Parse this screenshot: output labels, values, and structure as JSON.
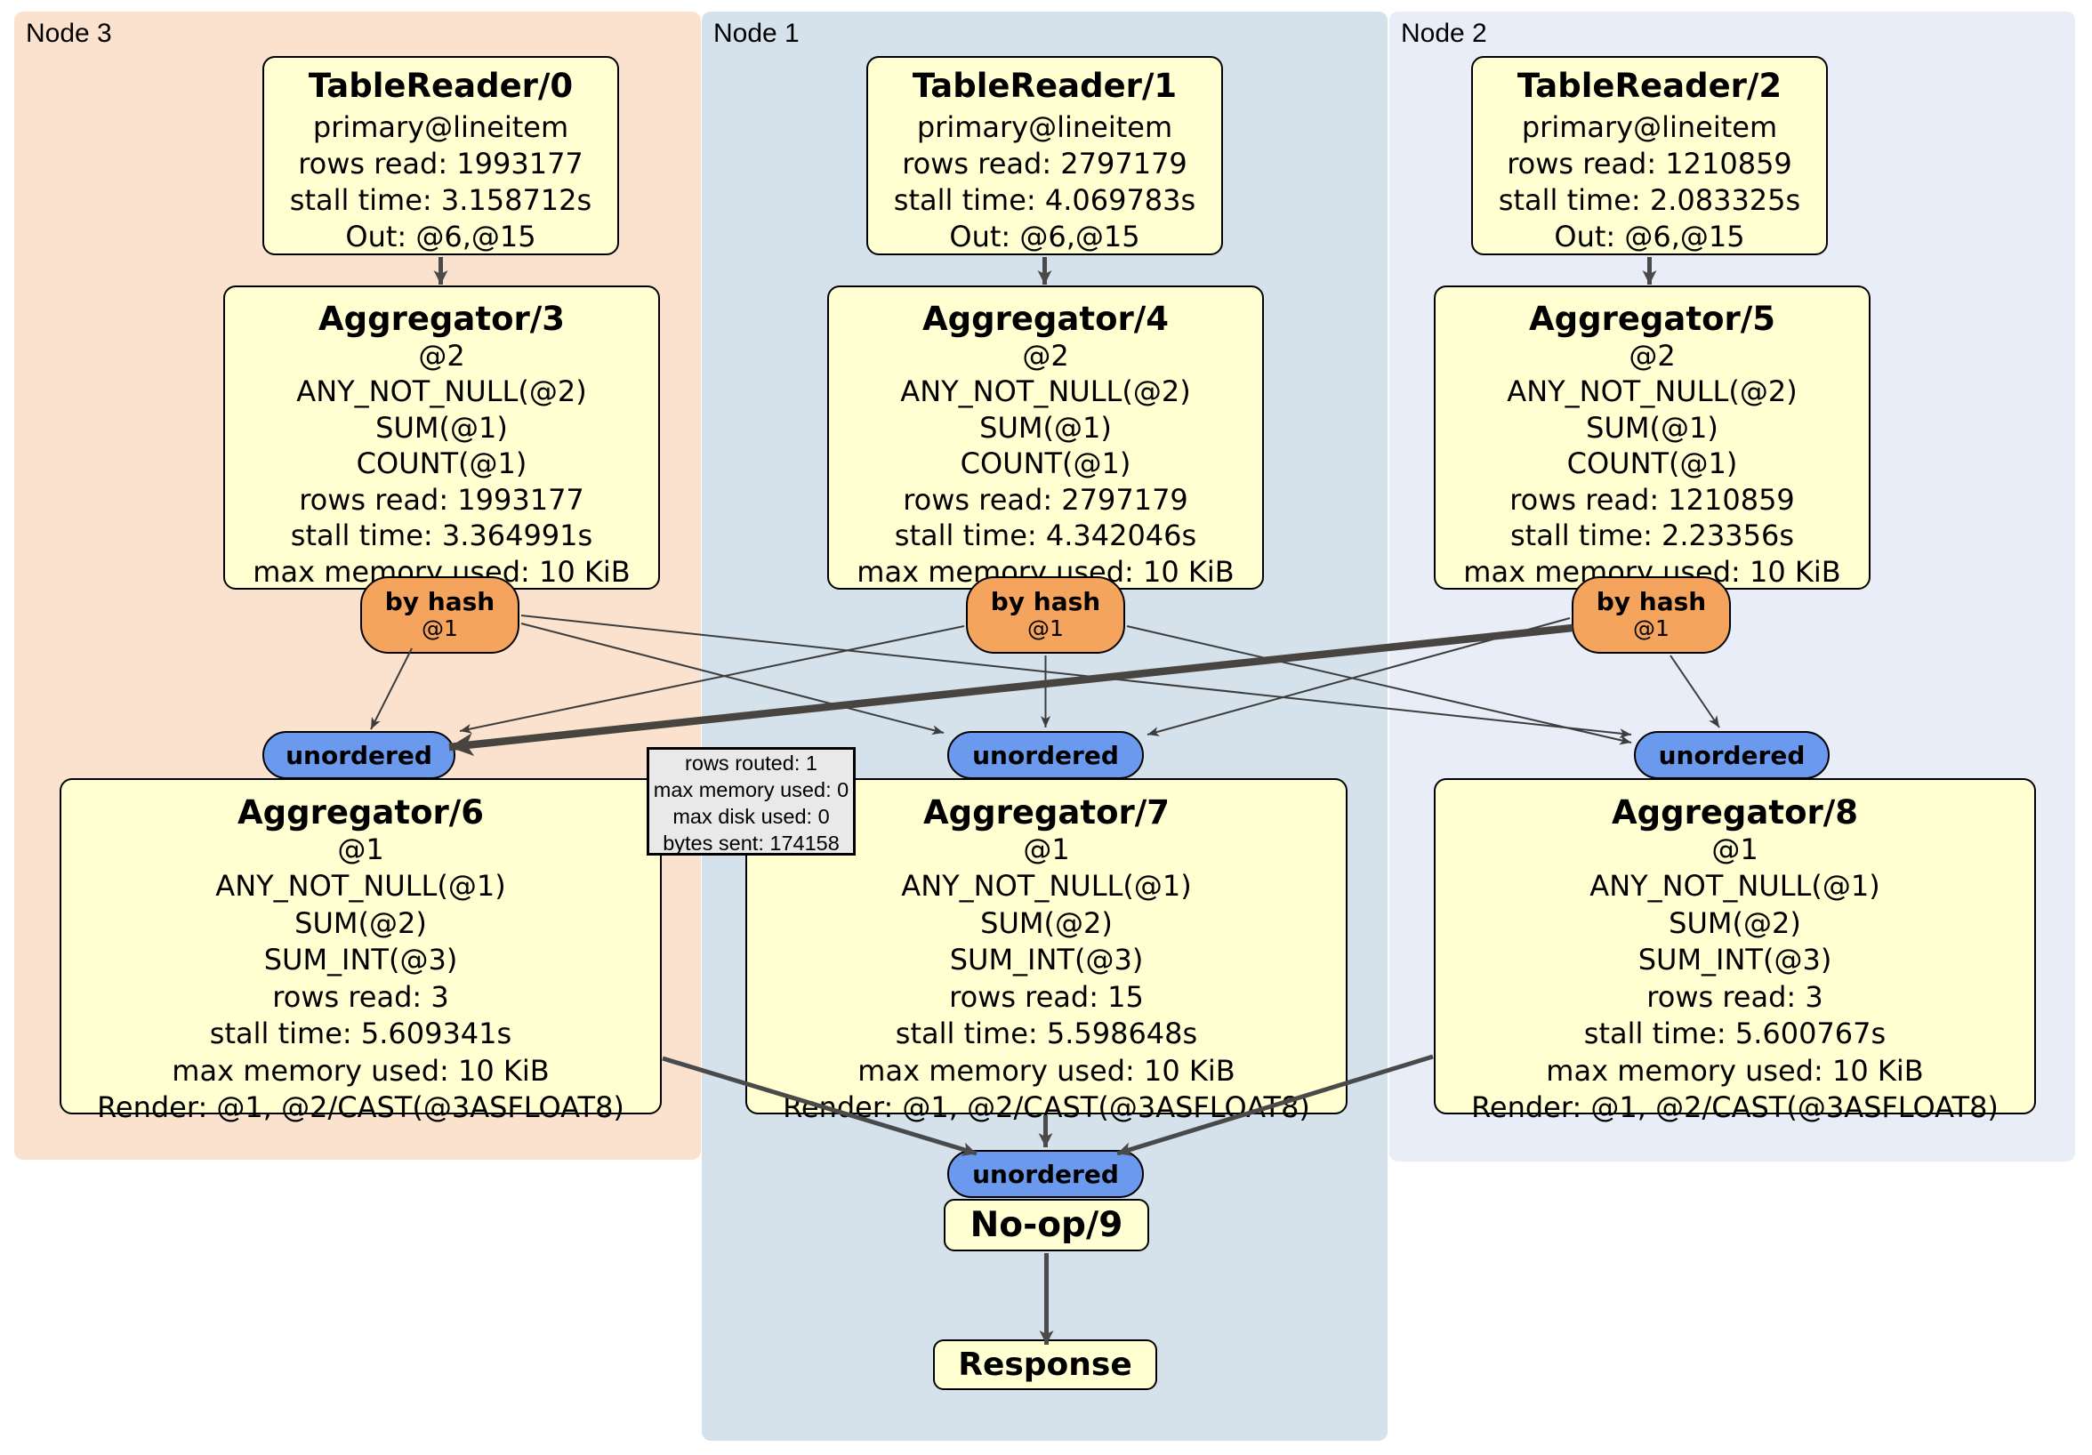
{
  "diagram": {
    "type": "distributed SQL physical plan"
  },
  "regions": [
    {
      "id": "node3",
      "label": "Node 3"
    },
    {
      "id": "node1",
      "label": "Node 1"
    },
    {
      "id": "node2",
      "label": "Node 2"
    }
  ],
  "processors": {
    "tr0": {
      "title": "TableReader/0",
      "lines": [
        "primary@lineitem",
        "rows read: 1993177",
        "stall time: 3.158712s",
        "Out: @6,@15"
      ]
    },
    "tr1": {
      "title": "TableReader/1",
      "lines": [
        "primary@lineitem",
        "rows read: 2797179",
        "stall time: 4.069783s",
        "Out: @6,@15"
      ]
    },
    "tr2": {
      "title": "TableReader/2",
      "lines": [
        "primary@lineitem",
        "rows read: 1210859",
        "stall time: 2.083325s",
        "Out: @6,@15"
      ]
    },
    "agg3": {
      "title": "Aggregator/3",
      "lines": [
        "@2",
        "ANY_NOT_NULL(@2)",
        "SUM(@1)",
        "COUNT(@1)",
        "rows read: 1993177",
        "stall time: 3.364991s",
        "max memory used: 10 KiB"
      ]
    },
    "agg4": {
      "title": "Aggregator/4",
      "lines": [
        "@2",
        "ANY_NOT_NULL(@2)",
        "SUM(@1)",
        "COUNT(@1)",
        "rows read: 2797179",
        "stall time: 4.342046s",
        "max memory used: 10 KiB"
      ]
    },
    "agg5": {
      "title": "Aggregator/5",
      "lines": [
        "@2",
        "ANY_NOT_NULL(@2)",
        "SUM(@1)",
        "COUNT(@1)",
        "rows read: 1210859",
        "stall time: 2.23356s",
        "max memory used: 10 KiB"
      ]
    },
    "agg6": {
      "title": "Aggregator/6",
      "lines": [
        "@1",
        "ANY_NOT_NULL(@1)",
        "SUM(@2)",
        "SUM_INT(@3)",
        "rows read: 3",
        "stall time: 5.609341s",
        "max memory used: 10 KiB",
        "Render: @1, @2/CAST(@3ASFLOAT8)"
      ]
    },
    "agg7": {
      "title": "Aggregator/7",
      "lines": [
        "@1",
        "ANY_NOT_NULL(@1)",
        "SUM(@2)",
        "SUM_INT(@3)",
        "rows read: 15",
        "stall time: 5.598648s",
        "max memory used: 10 KiB",
        "Render: @1, @2/CAST(@3ASFLOAT8)"
      ]
    },
    "agg8": {
      "title": "Aggregator/8",
      "lines": [
        "@1",
        "ANY_NOT_NULL(@1)",
        "SUM(@2)",
        "SUM_INT(@3)",
        "rows read: 3",
        "stall time: 5.600767s",
        "max memory used: 10 KiB",
        "Render: @1, @2/CAST(@3ASFLOAT8)"
      ]
    },
    "noop": {
      "title": "No-op/9"
    },
    "response": {
      "title": "Response"
    }
  },
  "routers": [
    {
      "id": "router-3",
      "label": "by hash",
      "detail": "@1"
    },
    {
      "id": "router-4",
      "label": "by hash",
      "detail": "@1"
    },
    {
      "id": "router-5",
      "label": "by hash",
      "detail": "@1"
    }
  ],
  "synchronizers": [
    {
      "id": "sync-node3",
      "label": "unordered"
    },
    {
      "id": "sync-node1",
      "label": "unordered"
    },
    {
      "id": "sync-node2",
      "label": "unordered"
    },
    {
      "id": "sync-final",
      "label": "unordered"
    }
  ],
  "stream_tooltip": {
    "lines": [
      "rows routed: 1",
      "max memory used: 0",
      "max disk used: 0",
      "bytes sent: 174158"
    ]
  },
  "edges": [
    {
      "from": "TableReader/0",
      "to": "Aggregator/3",
      "weight": "medium"
    },
    {
      "from": "TableReader/1",
      "to": "Aggregator/4",
      "weight": "medium"
    },
    {
      "from": "TableReader/2",
      "to": "Aggregator/5",
      "weight": "medium"
    },
    {
      "from": "by hash @1 (Node 3)",
      "to": "unordered (Node 3)",
      "weight": "thin"
    },
    {
      "from": "by hash @1 (Node 3)",
      "to": "unordered (Node 1)",
      "weight": "thin"
    },
    {
      "from": "by hash @1 (Node 3)",
      "to": "unordered (Node 2)",
      "weight": "thin"
    },
    {
      "from": "by hash @1 (Node 1)",
      "to": "unordered (Node 3)",
      "weight": "thin"
    },
    {
      "from": "by hash @1 (Node 1)",
      "to": "unordered (Node 1)",
      "weight": "thin"
    },
    {
      "from": "by hash @1 (Node 1)",
      "to": "unordered (Node 2)",
      "weight": "thin"
    },
    {
      "from": "by hash @1 (Node 2)",
      "to": "unordered (Node 3)",
      "weight": "thick"
    },
    {
      "from": "by hash @1 (Node 2)",
      "to": "unordered (Node 1)",
      "weight": "thin"
    },
    {
      "from": "by hash @1 (Node 2)",
      "to": "unordered (Node 2)",
      "weight": "thin"
    },
    {
      "from": "Aggregator/6",
      "to": "unordered (final)",
      "weight": "medium"
    },
    {
      "from": "Aggregator/7",
      "to": "unordered (final)",
      "weight": "medium"
    },
    {
      "from": "Aggregator/8",
      "to": "unordered (final)",
      "weight": "medium"
    },
    {
      "from": "No-op/9",
      "to": "Response",
      "weight": "medium"
    }
  ],
  "colors": {
    "region_node3": "#FBE2CF",
    "region_node1": "#D5E2EC",
    "region_node2": "#E8EDF7",
    "processor_fill": "#FFFFD2",
    "router_fill": "#F5A45E",
    "synchronizer_fill": "#6A99EE",
    "tooltip_fill": "#E9E9E9",
    "edge": "#4A4A4A",
    "border": "#000000"
  }
}
